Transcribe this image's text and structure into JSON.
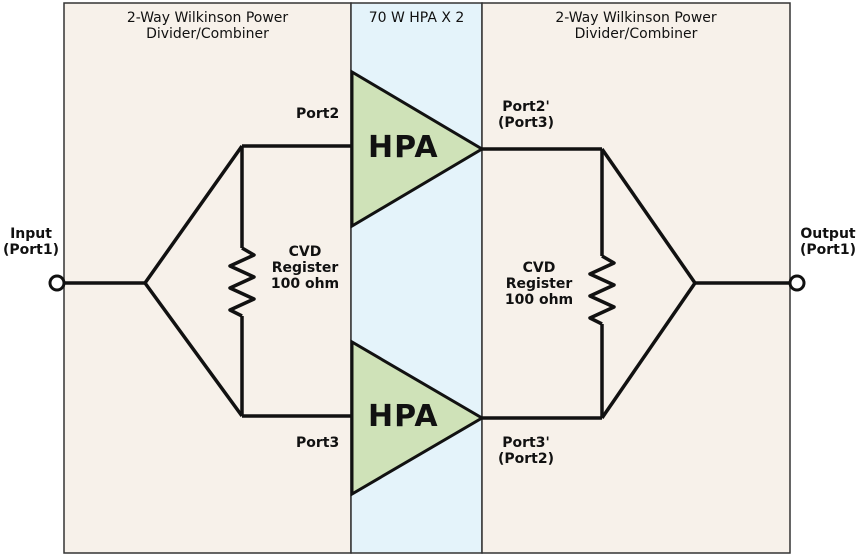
{
  "panels": {
    "left_header": [
      "2-Way Wilkinson Power",
      "Divider/Combiner"
    ],
    "middle_header": "70 W HPA X 2",
    "right_header": [
      "2-Way Wilkinson Power",
      "Divider/Combiner"
    ]
  },
  "ports": {
    "input": [
      "Input",
      "(Port1)"
    ],
    "output": [
      "Output",
      "(Port1)"
    ],
    "left_top": "Port2",
    "left_bottom": "Port3",
    "right_top": [
      "Port2'",
      "(Port3)"
    ],
    "right_bottom": [
      "Port3'",
      "(Port2)"
    ]
  },
  "amplifiers": {
    "top": "HPA",
    "bottom": "HPA"
  },
  "resistors": {
    "left": [
      "CVD",
      "Register",
      "100 ohm"
    ],
    "right": [
      "CVD",
      "Register",
      "100  ohm"
    ]
  },
  "colors": {
    "left_panel_bg": "#f7f1ea",
    "middle_panel_bg": "#e4f3fa",
    "right_panel_bg": "#f7f1ea",
    "amplifier_fill": "#cfe2b8",
    "stroke": "#111111"
  }
}
